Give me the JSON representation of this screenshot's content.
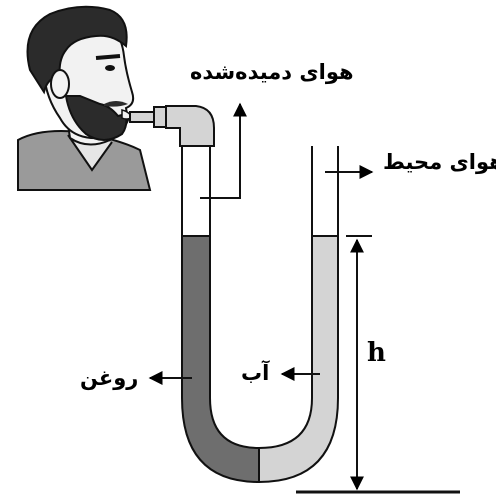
{
  "labels": {
    "blown_air": "هوای دمیده‌شده",
    "ambient_air": "هوای محیط",
    "oil": "روغن",
    "water": "آب",
    "height": "h"
  },
  "colors": {
    "oil": "#6e6e6e",
    "water": "#d4d4d4",
    "tube_wall": "#111111",
    "skin": "#f2f2f2",
    "hair": "#2b2b2b",
    "shirt": "#9a9a9a"
  },
  "icons": {
    "person": "man-blowing-icon",
    "mouthpiece": "mouthpiece-icon"
  }
}
